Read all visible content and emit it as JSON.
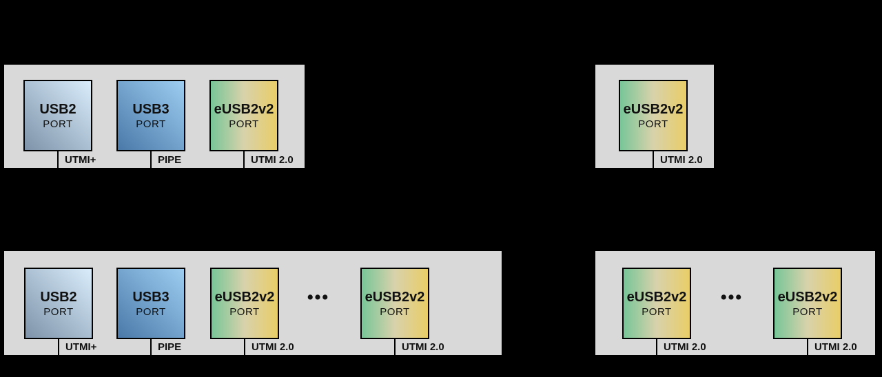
{
  "colors": {
    "background": "#000000",
    "panel_bg": "#d9d9d9",
    "panel_border": "#000000",
    "text": "#111111",
    "usb2_gradient": [
      "#7e93a9",
      "#d9edfc"
    ],
    "usb3_gradient": [
      "#4a79a9",
      "#9ecdf1"
    ],
    "eusb2v2_gradient": [
      "#77c698",
      "#d8d2ab",
      "#e9cd67"
    ]
  },
  "ellipsis": "•••",
  "panels": [
    {
      "position": "top-left",
      "ports": [
        {
          "title": "USB2",
          "subtitle": "PORT",
          "bus": "UTMI+"
        },
        {
          "title": "USB3",
          "subtitle": "PORT",
          "bus": "PIPE"
        },
        {
          "title": "eUSB2v2",
          "subtitle": "PORT",
          "bus": "UTMI 2.0"
        }
      ]
    },
    {
      "position": "top-right",
      "ports": [
        {
          "title": "eUSB2v2",
          "subtitle": "PORT",
          "bus": "UTMI 2.0"
        }
      ]
    },
    {
      "position": "bottom-left",
      "ports": [
        {
          "title": "USB2",
          "subtitle": "PORT",
          "bus": "UTMI+"
        },
        {
          "title": "USB3",
          "subtitle": "PORT",
          "bus": "PIPE"
        },
        {
          "title": "eUSB2v2",
          "subtitle": "PORT",
          "bus": "UTMI 2.0"
        },
        {
          "title": "eUSB2v2",
          "subtitle": "PORT",
          "bus": "UTMI 2.0"
        }
      ]
    },
    {
      "position": "bottom-right",
      "ports": [
        {
          "title": "eUSB2v2",
          "subtitle": "PORT",
          "bus": "UTMI 2.0"
        },
        {
          "title": "eUSB2v2",
          "subtitle": "PORT",
          "bus": "UTMI 2.0"
        }
      ]
    }
  ]
}
